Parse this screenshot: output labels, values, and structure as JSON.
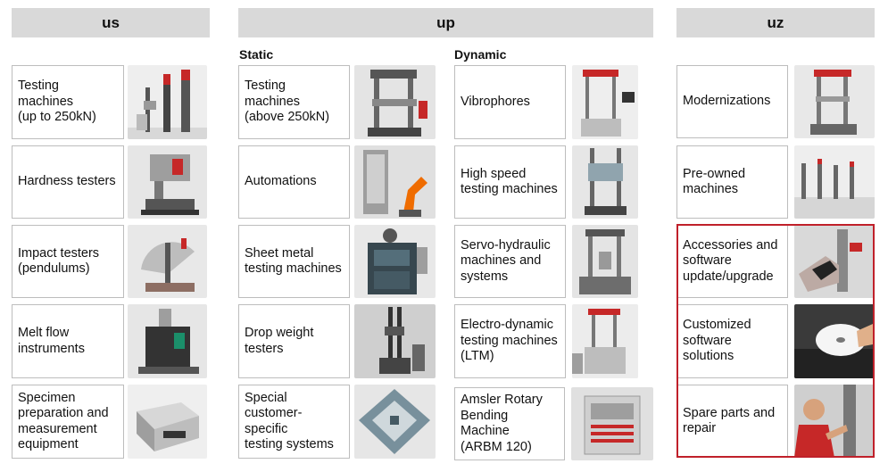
{
  "columns": [
    {
      "header": "us"
    },
    {
      "header": "up",
      "subgroups": [
        "Static",
        "Dynamic"
      ]
    },
    {
      "header": "uz"
    }
  ],
  "us": [
    {
      "label": "Testing machines\n(up to 250kN)"
    },
    {
      "label": "Hardness testers"
    },
    {
      "label": "Impact testers\n(pendulums)"
    },
    {
      "label": "Melt flow\ninstruments"
    },
    {
      "label": "Specimen\npreparation and\nmeasurement\nequipment"
    }
  ],
  "up_static": [
    {
      "label": "Testing machines\n(above 250kN)"
    },
    {
      "label": "Automations"
    },
    {
      "label": "Sheet metal\ntesting machines"
    },
    {
      "label": "Drop weight\ntesters"
    },
    {
      "label": "Special\ncustomer-specific\ntesting systems"
    }
  ],
  "up_dynamic": [
    {
      "label": "Vibrophores"
    },
    {
      "label": "High speed\ntesting machines"
    },
    {
      "label": "Servo-hydraulic\nmachines and\nsystems"
    },
    {
      "label": "Electro-dynamic\ntesting machines\n(LTM)"
    },
    {
      "label": "Amsler Rotary\nBending Machine\n(ARBM 120)"
    }
  ],
  "uz": [
    {
      "label": "Modernizations"
    },
    {
      "label": "Pre-owned\nmachines"
    },
    {
      "label": "Accessories and\nsoftware\nupdate/upgrade"
    },
    {
      "label": "Customized\nsoftware\nsolutions"
    },
    {
      "label": "Spare parts and\nrepair"
    }
  ],
  "colors": {
    "header_bg": "#d9d9d9",
    "highlight": "#c0202a",
    "card_border": "#bdbdbd"
  }
}
